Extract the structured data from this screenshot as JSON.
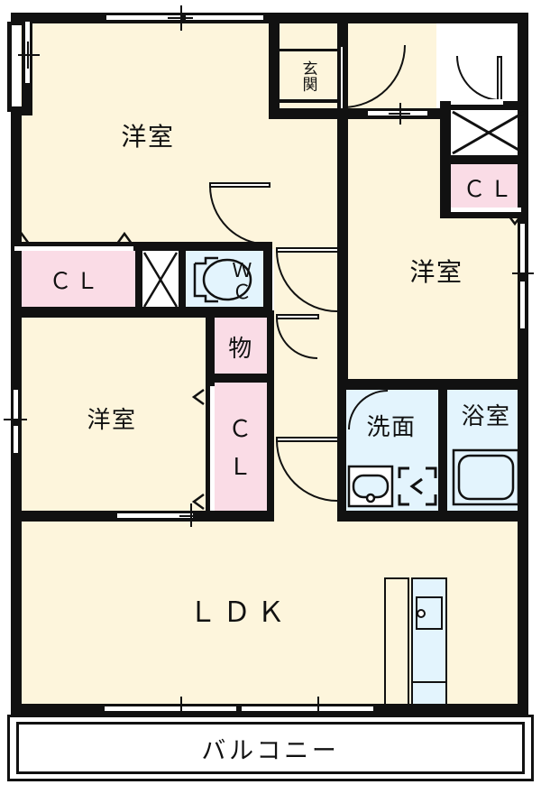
{
  "plan": {
    "type": "japanese-apartment-floorplan",
    "rooms": [
      {
        "id": "bedroom_top_left",
        "label": "洋室",
        "kind": "western-room"
      },
      {
        "id": "bedroom_right",
        "label": "洋室",
        "kind": "western-room"
      },
      {
        "id": "bedroom_bottom_left",
        "label": "洋室",
        "kind": "western-room"
      },
      {
        "id": "living_dining_kitchen",
        "label": "ＬＤＫ",
        "kind": "ldk"
      },
      {
        "id": "entrance",
        "label": "玄関",
        "kind": "genkan"
      },
      {
        "id": "toilet",
        "label": "ＷＣ",
        "kind": "toilet"
      },
      {
        "id": "washroom",
        "label": "洗面",
        "kind": "washroom"
      },
      {
        "id": "bathroom",
        "label": "浴室",
        "kind": "bathroom"
      },
      {
        "id": "storage",
        "label": "物",
        "kind": "storage"
      },
      {
        "id": "closet_left",
        "label": "ＣＬ",
        "kind": "closet"
      },
      {
        "id": "closet_center",
        "label": "ＣＬ",
        "kind": "closet"
      },
      {
        "id": "closet_top_right",
        "label": "ＣＬ",
        "kind": "closet"
      },
      {
        "id": "balcony",
        "label": "バルコニー",
        "kind": "balcony"
      }
    ],
    "labels": {
      "bedroom_top_left": "洋室",
      "bedroom_right": "洋室",
      "bedroom_bottom_left": "洋室",
      "ldk": "ＬＤＫ",
      "entrance": "玄関",
      "wc_line1": "Ｗ",
      "wc_line2": "Ｃ",
      "washroom": "洗面",
      "bathroom": "浴室",
      "storage": "物",
      "closet_left": "ＣＬ",
      "closet_center_line1": "Ｃ",
      "closet_center_line2": "Ｌ",
      "closet_top_right": "ＣＬ",
      "balcony": "バルコニー"
    },
    "colors": {
      "room_fill": "#fdf5dc",
      "closet_fill": "#fadce6",
      "water_fill": "#e3f4fd",
      "wall": "#111111",
      "background": "#ffffff"
    },
    "fixtures": [
      {
        "id": "bathtub",
        "name": "bathtub",
        "room": "bathroom"
      },
      {
        "id": "sink-basin",
        "name": "wash-basin",
        "room": "washroom"
      },
      {
        "id": "washer-slot",
        "name": "washing-machine-space",
        "room": "washroom"
      },
      {
        "id": "toilet-bowl",
        "name": "toilet-bowl",
        "room": "toilet"
      },
      {
        "id": "kitchen-sink",
        "name": "kitchen-sink",
        "room": "living_dining_kitchen"
      },
      {
        "id": "meter-box-left",
        "name": "meter-box",
        "room": "center"
      },
      {
        "id": "meter-box-right",
        "name": "meter-box",
        "room": "top-right"
      },
      {
        "id": "shoe-cabinet",
        "name": "shoe-cabinet",
        "room": "entrance"
      },
      {
        "id": "bay-window",
        "name": "bay-window",
        "room": "bedroom_top_left"
      }
    ]
  }
}
